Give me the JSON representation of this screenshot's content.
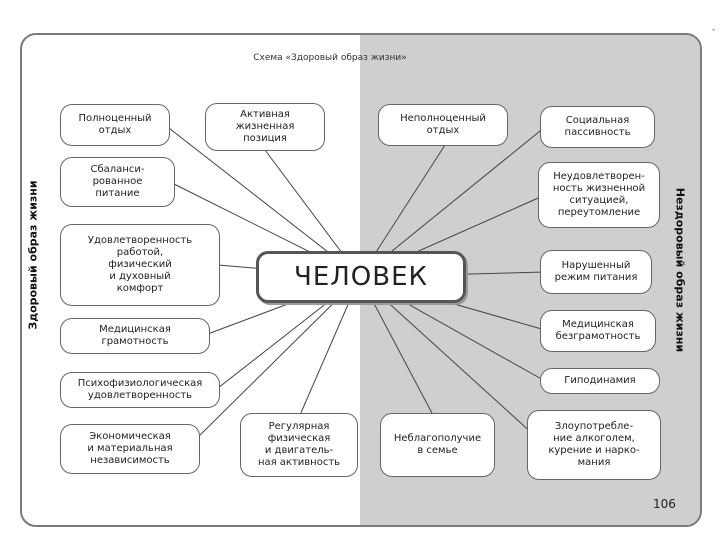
{
  "diagram": {
    "title": "Схема «Здоровый образ жизни»",
    "left_side_label": "Здоровый образ жизни",
    "right_side_label": "Нездоровый образ жизни",
    "center": "ЧЕЛОВЕК",
    "page_number": "106",
    "corner_mark": "-",
    "healthy": [
      "Полноценный\nотдых",
      "Активная\nжизненная\nпозиция",
      "Сбаланси-\nрованное\nпитание",
      "Удовлетворенность\nработой,\nфизический\nи духовный\nкомфорт",
      "Медицинская\nграмотность",
      "Психофизиологическая\nудовлетворенность",
      "Экономическая\nи материальная\nнезависимость",
      "Регулярная\nфизическая\nи двигатель-\nная активность"
    ],
    "unhealthy": [
      "Неполноценный\nотдых",
      "Социальная\nпассивность",
      "Неудовлетворен-\nность жизненной\nситуацией,\nпереутомление",
      "Нарушенный\nрежим питания",
      "Медицинская\nбезграмотность",
      "Гиподинамия",
      "Злоупотребле-\nние алкоголем,\nкурение и нарко-\nмания",
      "Неблагополучие\nв семье"
    ]
  }
}
